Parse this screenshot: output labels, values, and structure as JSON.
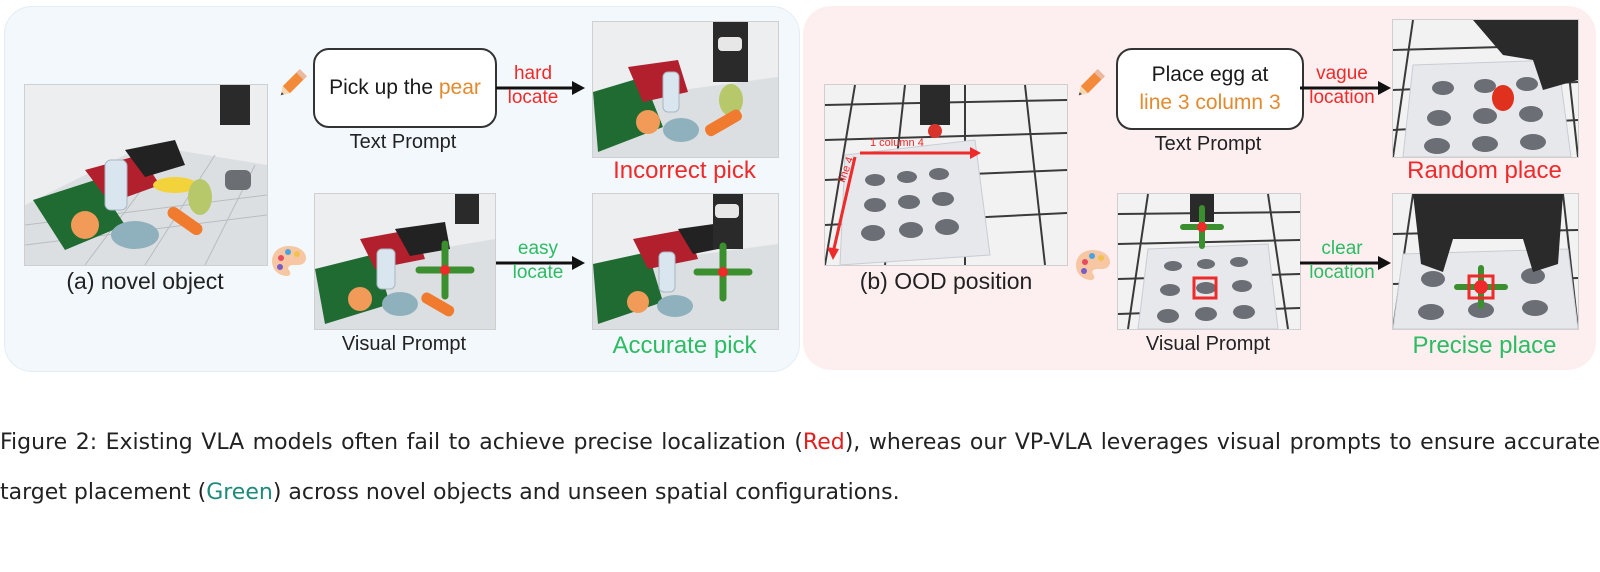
{
  "panel_a": {
    "label": "(a) novel object",
    "text_prompt": {
      "prefix": "Pick up the ",
      "highlight": "pear",
      "caption": "Text Prompt"
    },
    "visual_prompt": {
      "caption": "Visual Prompt"
    },
    "top_arrow": {
      "line1": "hard",
      "line2": "locate"
    },
    "bottom_arrow": {
      "line1": "easy",
      "line2": "locate"
    },
    "result_bad": "Incorrect pick",
    "result_good": "Accurate pick"
  },
  "panel_b": {
    "label": "(b) OOD position",
    "photo_annotations": {
      "column": "1 column 4",
      "line": "line 4"
    },
    "text_prompt": {
      "line1": "Place egg at",
      "line2": "line 3 column 3",
      "caption": "Text Prompt"
    },
    "visual_prompt": {
      "caption": "Visual Prompt"
    },
    "top_arrow": {
      "line1": "vague",
      "line2": "location"
    },
    "bottom_arrow": {
      "line1": "clear",
      "line2": "location"
    },
    "result_bad": "Random place",
    "result_good": "Precise place"
  },
  "caption": {
    "part1": "Figure 2: Existing VLA models often fail to achieve precise localization (",
    "red_word": "Red",
    "part2": "), whereas our VP-VLA leverages visual prompts to ensure accurate target placement (",
    "green_word": "Green",
    "part3": ") across novel objects and unseen spatial configurations."
  },
  "colors": {
    "red": "#ee2a2a",
    "green": "#2dbb63",
    "orange": "#e28a2e"
  },
  "icons": [
    "pencil-icon",
    "palette-icon"
  ]
}
